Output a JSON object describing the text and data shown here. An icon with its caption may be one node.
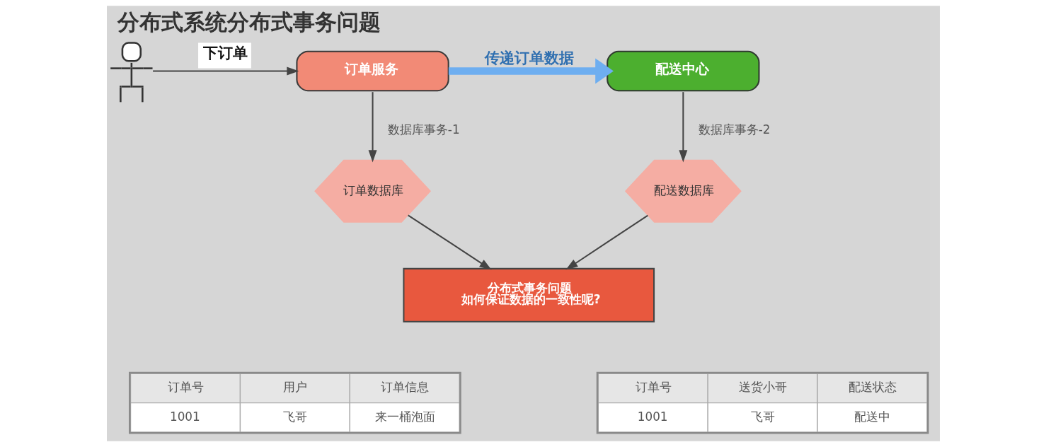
{
  "diagram": {
    "title": "分布式系统分布式事务问题",
    "nodes": [
      {
        "text": [],
        "shape": "person"
      },
      {
        "text": [
          "订单服务"
        ]
      },
      {
        "text": [
          "配送中心"
        ]
      },
      {
        "text": [
          "订单数据库"
        ]
      },
      {
        "text": [
          "配送数据库"
        ]
      },
      {
        "text": [
          "分布式事务问题",
          "如何保证数据的一致性呢?"
        ]
      }
    ],
    "edges": [
      {
        "from": 0,
        "to": 1,
        "arrow": "to",
        "label": "下订单"
      },
      {
        "from": 1,
        "to": 2,
        "arrow": "to",
        "label": "传递订单数据",
        "style": "thick",
        "color": "#6eaef0"
      },
      {
        "from": 1,
        "to": 3,
        "arrow": "to",
        "label": "数据库事务-1"
      },
      {
        "from": 2,
        "to": 4,
        "arrow": "to",
        "label": "数据库事务-2"
      },
      {
        "from": 3,
        "to": 5,
        "arrow": "to"
      },
      {
        "from": 4,
        "to": 5,
        "arrow": "to"
      }
    ],
    "labels": [
      "订单号",
      "用户",
      "订单信息",
      "1001",
      "飞哥",
      "来一桶泡面",
      "订单号",
      "送货小哥",
      "配送状态",
      "1001",
      "飞哥",
      "配送中"
    ]
  }
}
